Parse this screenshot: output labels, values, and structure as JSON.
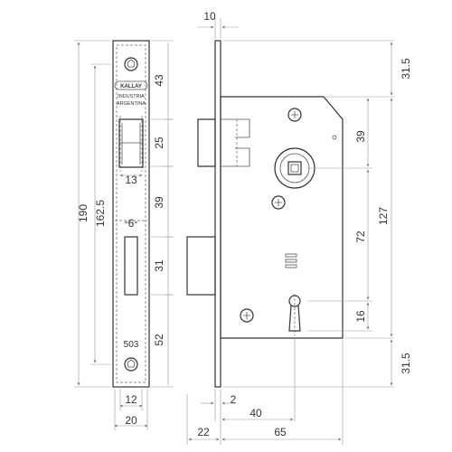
{
  "faceplate": {
    "brand": "KALLAY",
    "line1": "INDUSTRIA",
    "line2": "ARGENTINA",
    "model": "503"
  },
  "dims": {
    "total_height": "190",
    "inner_height": "162.5",
    "front_43": "43",
    "front_25": "25",
    "front_39": "39",
    "front_31": "31",
    "front_52": "52",
    "latch_width": "13",
    "bolt_width": "6",
    "plate_inner_width": "12",
    "plate_width": "20",
    "top_thickness": "10",
    "side_31_5_top": "31.5",
    "side_39": "39",
    "side_127": "127",
    "side_72": "72",
    "side_16": "16",
    "side_31_5_bottom": "31.5",
    "bottom_2": "2",
    "bottom_40": "40",
    "bottom_22": "22",
    "bottom_65": "65"
  }
}
